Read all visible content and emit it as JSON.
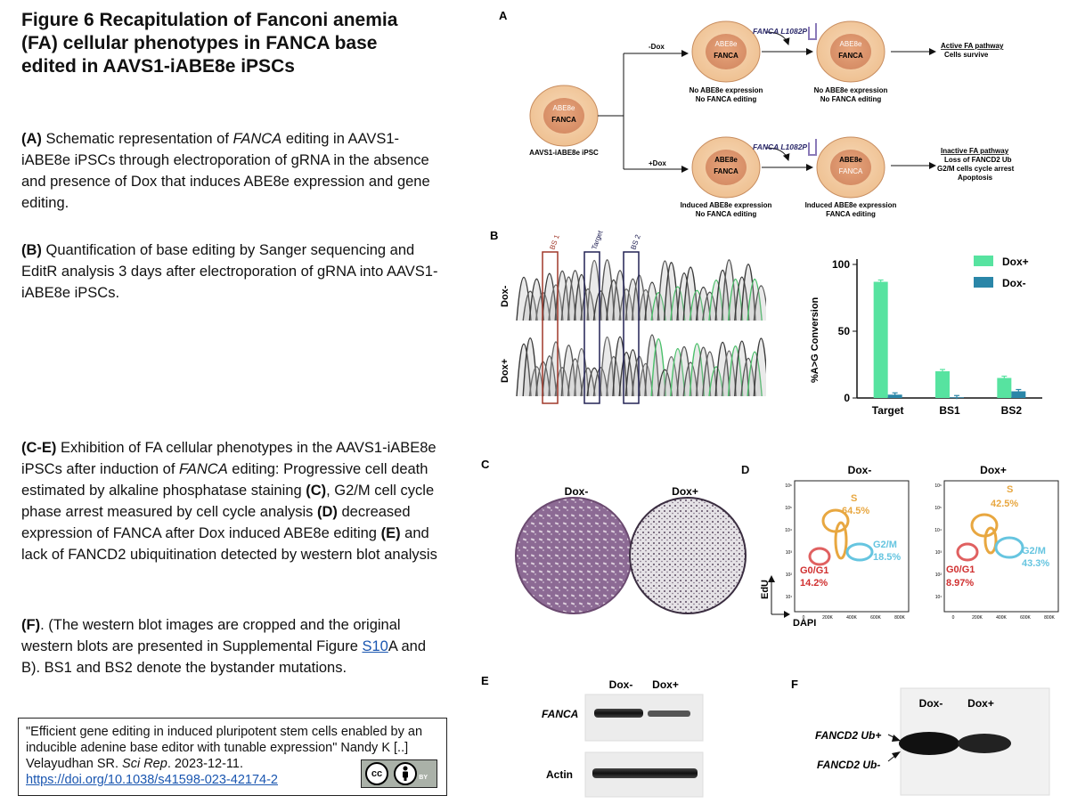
{
  "figure_title": "Figure 6 Recapitulation of Fanconi anemia (FA) cellular phenotypes in FANCA base edited in AAVS1-iABE8e iPSCs",
  "left_text": {
    "para_a": {
      "label": "(A)",
      "t1": " Schematic representation of ",
      "gene": "FANCA",
      "t2": " editing in AAVS1-iABE8e iPSCs through electroporation of gRNA in the absence and presence of Dox that induces ABE8e expression and gene editing."
    },
    "para_b": {
      "label": "(B)",
      "t1": " Quantification of base editing by Sanger sequencing and EditR analysis 3 days after electroporation of gRNA into AAVS1-iABE8e iPSCs."
    },
    "para_ce": {
      "label": "(C-E)",
      "t1": " Exhibition of FA cellular phenotypes in the AAVS1-iABE8e iPSCs after induction of ",
      "gene": "FANCA",
      "t2": " editing: Progressive cell death estimated by alkaline phosphatase staining ",
      "c": "(C)",
      "t3": ", G2/M cell cycle phase arrest measured by cell cycle analysis ",
      "d": "(D)",
      "t4": " decreased expression of FANCA after Dox induced ABE8e editing ",
      "e": "(E)",
      "t5": " and lack of FANCD2 ubiquitination detected by western blot analysis"
    },
    "para_f": {
      "label": "(F)",
      "t1": ". (The western blot images are cropped and the original western blots are presented in Supplemental Figure ",
      "link": "S10",
      "t2": "A and B). BS1 and BS2 denote the bystander mutations."
    }
  },
  "citation": {
    "quote": "\"Efficient gene editing in induced pluripotent stem cells enabled by an inducible adenine base editor with tunable expression\" Nandy K [..] Velayudhan SR. ",
    "journal": "Sci Rep",
    "date": ". 2023-12-11.",
    "doi": "https://doi.org/10.1038/s41598-023-42174-2",
    "license_cc": "cc",
    "license_by": "BY"
  },
  "panel_a": {
    "letter": "A",
    "cell_top": "ABE8e",
    "cell_bottom": "FANCA",
    "ipsc_label": "AAVS1-iABE8e iPSC",
    "minus_dox": "-Dox",
    "plus_dox": "+Dox",
    "grna": "FANCA L1082P",
    "no_expr_1": "No ABE8e expression",
    "no_edit_1": "No FANCA editing",
    "no_expr_2": "No ABE8e expression",
    "no_edit_2": "No FANCA editing",
    "ind_expr_1": "Induced ABE8e expression",
    "no_edit_3": "No FANCA editing",
    "ind_expr_2": "Induced ABE8e expression",
    "edit_4": "FANCA editing",
    "active_1": "Active FA pathway",
    "active_2": "Cells survive",
    "inactive_1": "Inactive FA pathway",
    "inactive_2": "Loss of FANCD2 Ub",
    "inactive_3": "G2/M cells cycle arrest",
    "inactive_4": "Apoptosis"
  },
  "panel_b": {
    "letter": "B",
    "box_labels": [
      "BS 1",
      "Target",
      "BS 2"
    ],
    "row_labels": [
      "Dox-",
      "Dox+"
    ],
    "colors": {
      "dox_plus": "#57e3a0",
      "dox_minus": "#2a86a8"
    }
  },
  "chart_data": {
    "type": "bar",
    "categories": [
      "Target",
      "BS1",
      "BS2"
    ],
    "series": [
      {
        "name": "Dox+",
        "values": [
          87,
          20,
          15
        ]
      },
      {
        "name": "Dox-",
        "values": [
          2.5,
          0.5,
          5
        ]
      }
    ],
    "ylabel": "%A>G Conversion",
    "yticks": [
      0,
      50,
      100
    ],
    "ylim": [
      0,
      100
    ],
    "legend": "top-right"
  },
  "panel_c": {
    "letter": "C",
    "labels": [
      "Dox-",
      "Dox+"
    ]
  },
  "panel_d": {
    "letter": "D",
    "plots": [
      {
        "title": "Dox-",
        "s_label": "S",
        "s_val": "64.5%",
        "g2_label": "G2/M",
        "g2_val": "18.5%",
        "g0_label": "G0/G1",
        "g0_val": "14.2%"
      },
      {
        "title": "Dox+",
        "s_label": "S",
        "s_val": "42.5%",
        "g2_label": "G2/M",
        "g2_val": "43.3%",
        "g0_label": "G0/G1",
        "g0_val": "8.97%"
      }
    ],
    "y_axis": "EdU",
    "x_axis": "DAPI",
    "x_ticks": [
      "0",
      "200K",
      "400K",
      "600K",
      "800K"
    ],
    "y_ticks": [
      "10⁶",
      "10⁵",
      "10⁴",
      "10³",
      "10²",
      "10¹"
    ]
  },
  "panel_e": {
    "letter": "E",
    "cols": [
      "Dox-",
      "Dox+"
    ],
    "rows": [
      "FANCA",
      "Actin"
    ]
  },
  "panel_f": {
    "letter": "F",
    "cols": [
      "Dox-",
      "Dox+"
    ],
    "ub_plus": "FANCD2 Ub+",
    "ub_minus": "FANCD2 Ub-"
  }
}
